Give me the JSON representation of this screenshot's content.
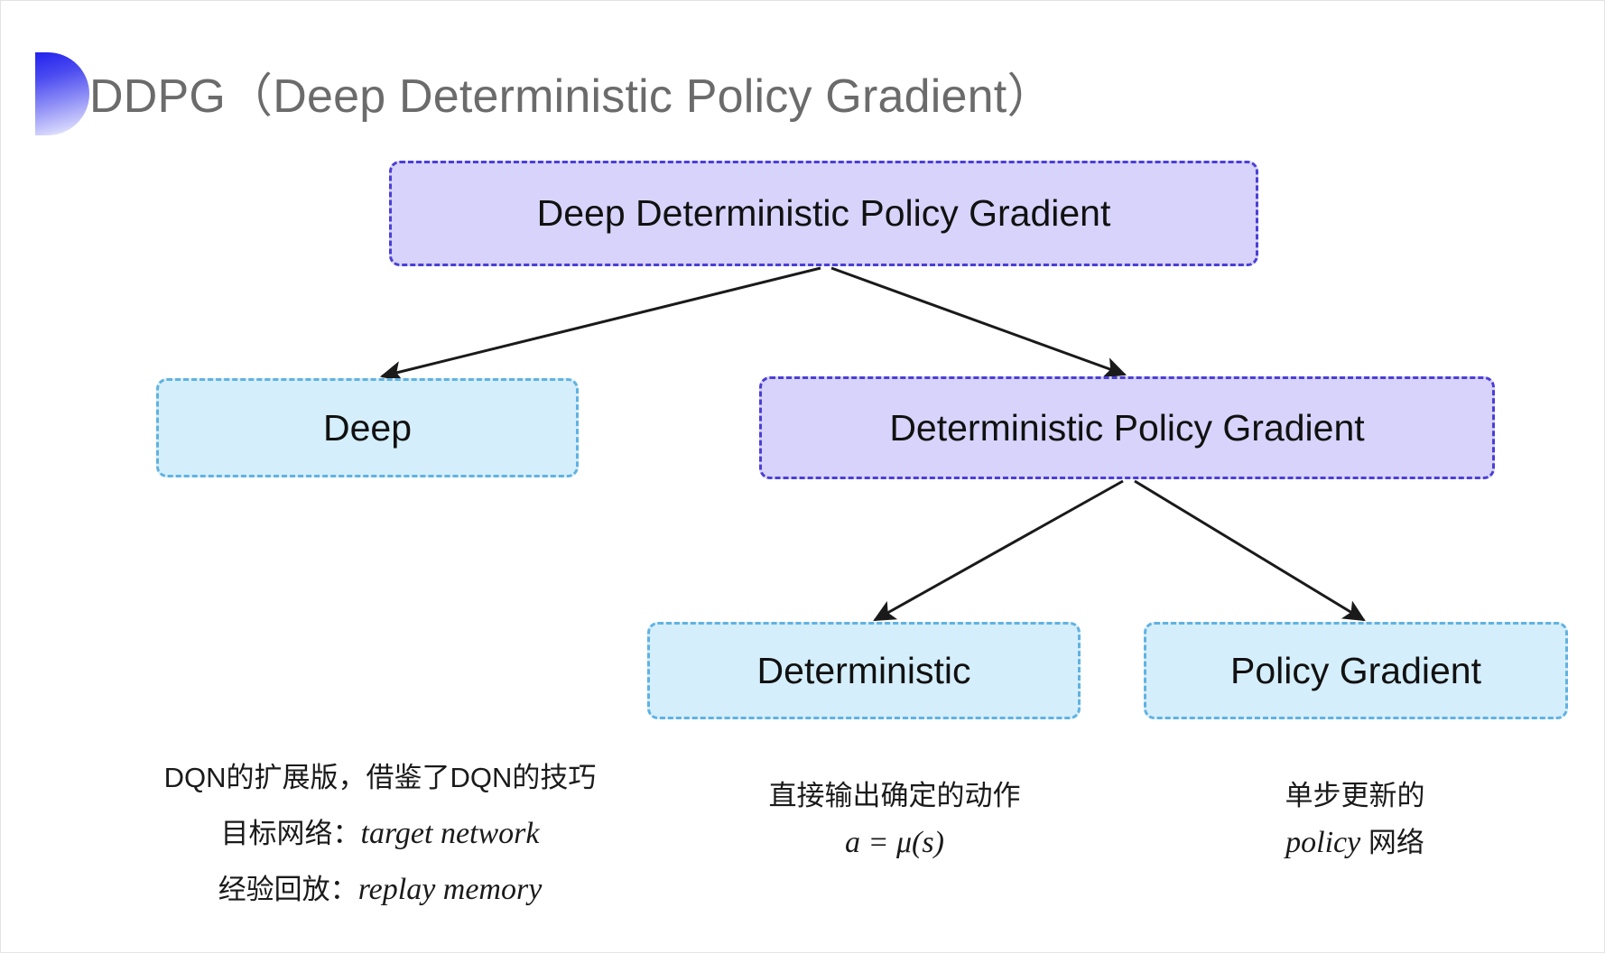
{
  "slide": {
    "title": "DDPG（Deep Deterministic Policy Gradient）",
    "background_color": "#ffffff",
    "title_color": "#6b6b6b",
    "accent_gradient_from": "#2222ee",
    "accent_gradient_to": "#ffffff"
  },
  "palette": {
    "purple_fill": "#d7d3fb",
    "purple_border": "#4b3fd6",
    "cyan_fill": "#d5eefb",
    "cyan_border": "#60b2e2",
    "arrow_color": "#1a1a1a",
    "text_color": "#111111"
  },
  "diagram": {
    "type": "tree",
    "nodes": [
      {
        "id": "root",
        "label": "Deep Deterministic Policy Gradient",
        "style": "purple",
        "level": 0
      },
      {
        "id": "deep",
        "label": "Deep",
        "style": "cyan",
        "level": 1
      },
      {
        "id": "dpg",
        "label": "Deterministic Policy Gradient",
        "style": "purple",
        "level": 1
      },
      {
        "id": "deterministic",
        "label": "Deterministic",
        "style": "cyan",
        "level": 2
      },
      {
        "id": "policy_gradient",
        "label": "Policy Gradient",
        "style": "cyan",
        "level": 2
      }
    ],
    "edges": [
      {
        "from": "root",
        "to": "deep"
      },
      {
        "from": "root",
        "to": "dpg"
      },
      {
        "from": "dpg",
        "to": "deterministic"
      },
      {
        "from": "dpg",
        "to": "policy_gradient"
      }
    ]
  },
  "annotations": {
    "deep": {
      "line1": "DQN的扩展版，借鉴了DQN的技巧",
      "line2_label": "目标网络：",
      "line2_term": "target network",
      "line3_label": "经验回放：",
      "line3_term": "replay memory"
    },
    "deterministic": {
      "line1": "直接输出确定的动作",
      "formula": "a = μ(s)"
    },
    "policy_gradient": {
      "line1": "单步更新的",
      "line2_term": "policy",
      "line2_suffix": " 网络"
    }
  }
}
